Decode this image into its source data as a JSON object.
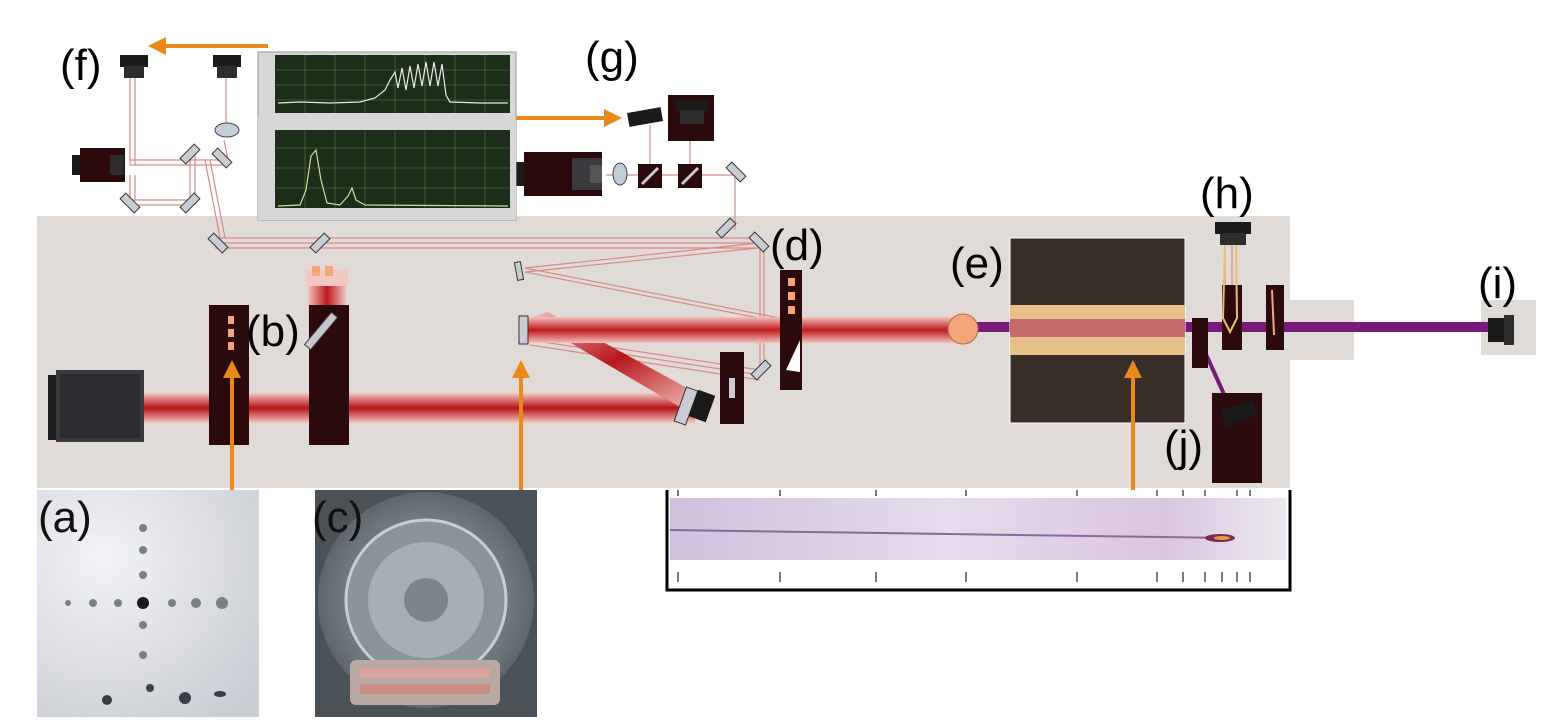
{
  "labels": {
    "a": "(a)",
    "b": "(b)",
    "c": "(c)",
    "d": "(d)",
    "e": "(e)",
    "f": "(f)",
    "g": "(g)",
    "h": "(h)",
    "i": "(i)",
    "j": "(j)"
  },
  "colors": {
    "table": "#e0dbd6",
    "beam_red": "#c81a1a",
    "beam_purple": "#7a1a78",
    "arrow_orange": "#e8891a",
    "component_dark": "#2a0a0a",
    "marker_orange": "#f4a57a",
    "chamber": "#3a2e28",
    "plasma_band": "#e8c08a",
    "scope_background": "#1a2e18",
    "scope_grid": "#5f7a3a",
    "trace_top": "#e8e8e8",
    "trace_bottom": "#d8d89a"
  },
  "icons": {
    "camera": "camera-icon",
    "mirror": "mirror-icon",
    "lens": "lens-icon",
    "laser": "laser-head-icon"
  }
}
